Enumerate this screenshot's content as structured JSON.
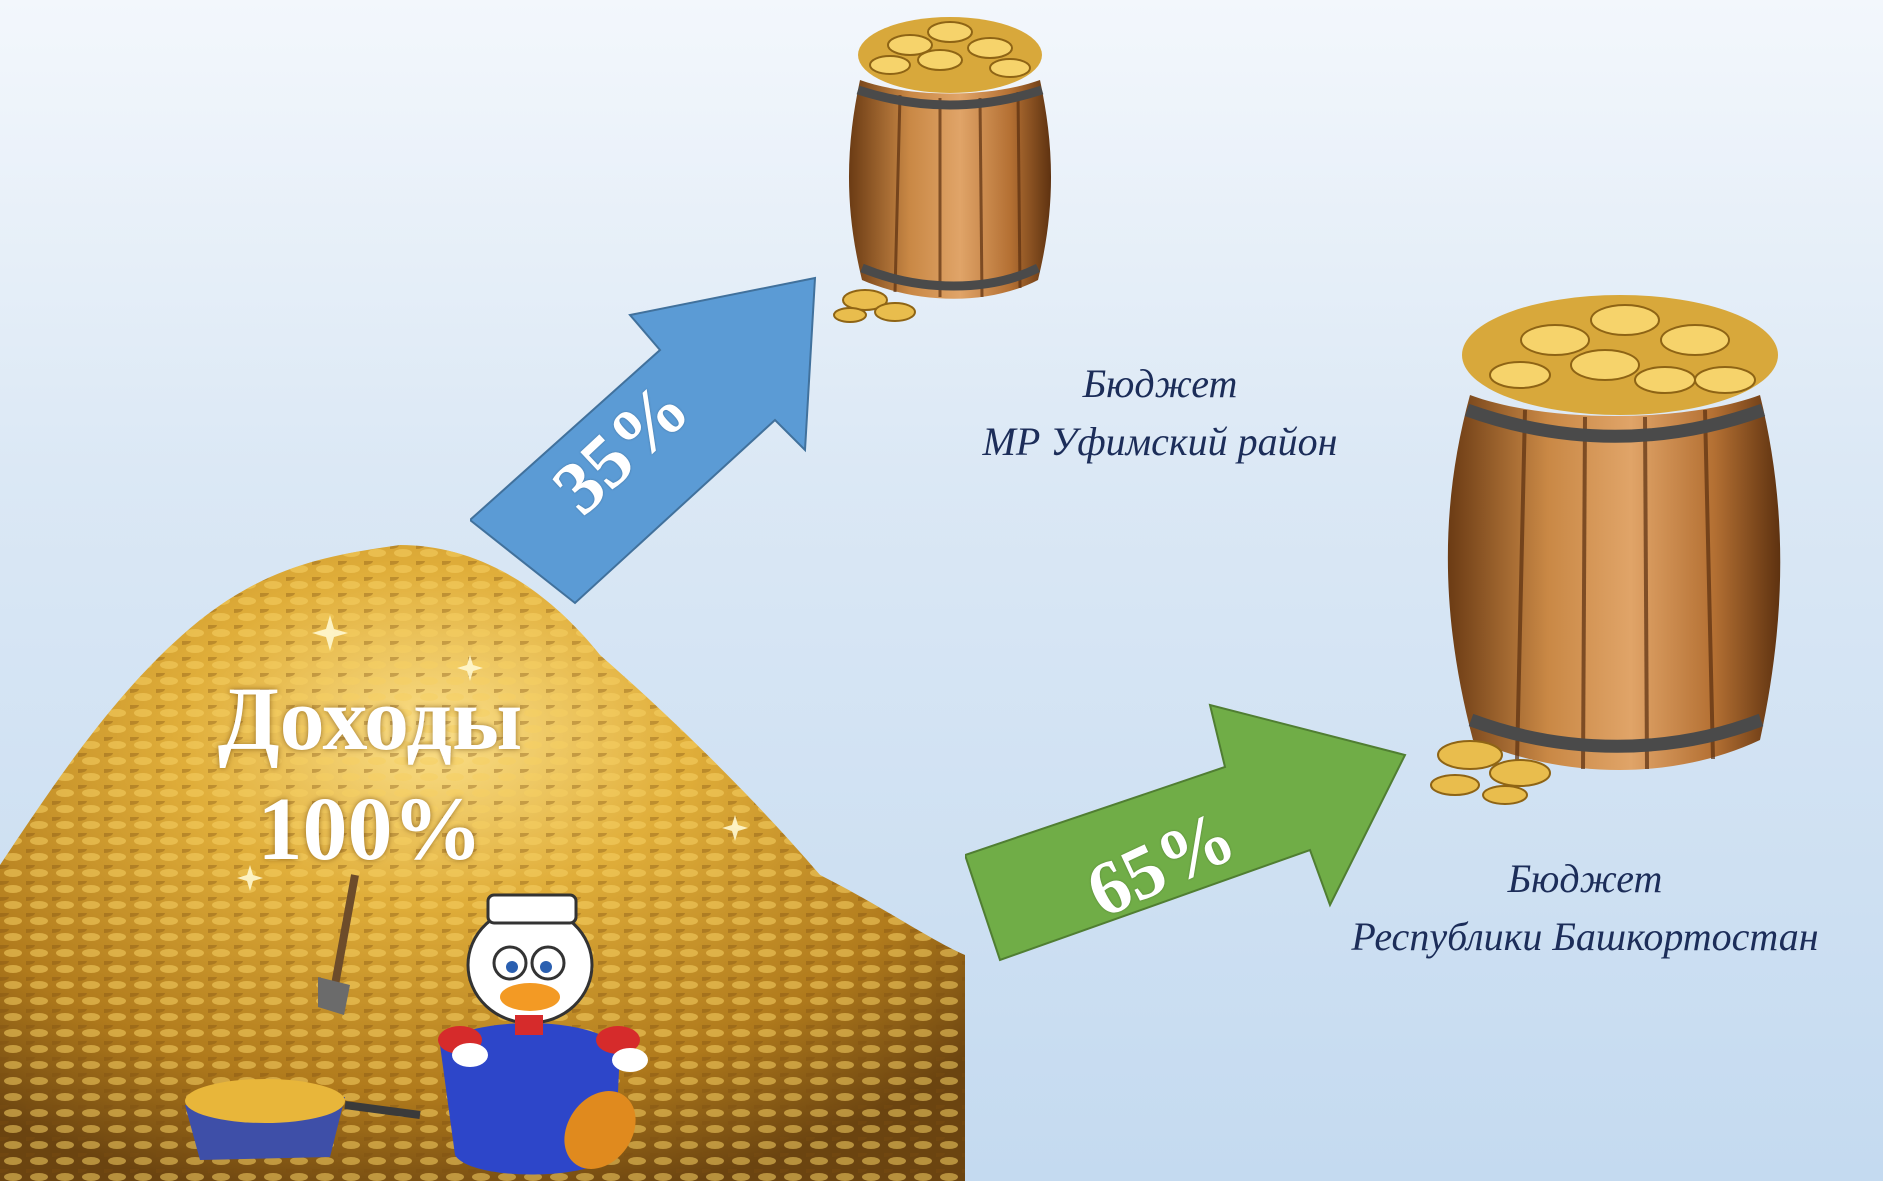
{
  "income": {
    "title": "Доходы",
    "percent": "100%"
  },
  "flows": [
    {
      "percent": "35%",
      "color": "#5b9bd5",
      "budget_line1": "Бюджет",
      "budget_line2": "МР Уфимский район"
    },
    {
      "percent": "65%",
      "color": "#70ad47",
      "budget_line1": "Бюджет",
      "budget_line2": "Республики Башкортостан"
    }
  ],
  "colors": {
    "gold": "#d9a521",
    "wood": "#a8642a",
    "text": "#1c2d59"
  }
}
